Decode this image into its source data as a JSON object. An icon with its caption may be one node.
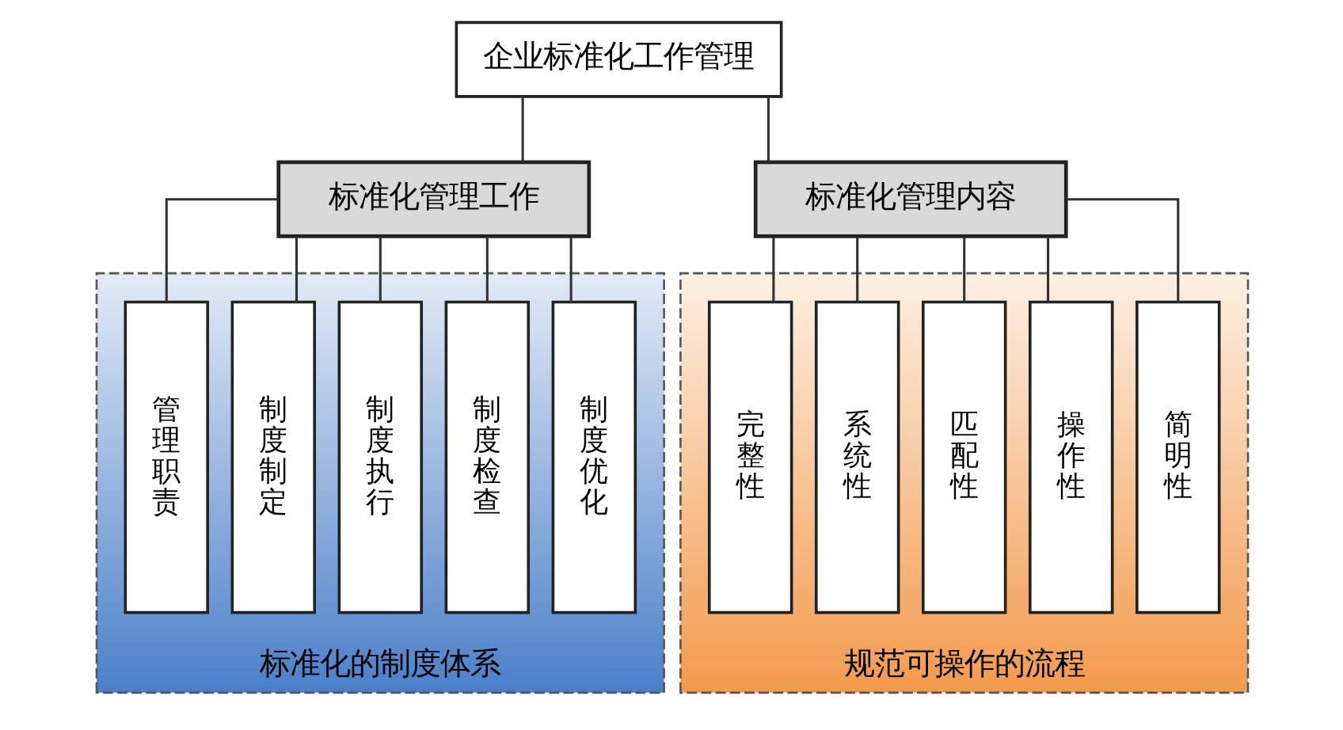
{
  "diagram": {
    "nodes": [
      {
        "text": [
          "企业标准化工作管理"
        ]
      },
      {
        "text": [
          "标准化管理工作"
        ]
      },
      {
        "text": [
          "标准化管理内容"
        ]
      },
      {
        "text": [
          "标准化的制度体系"
        ]
      },
      {
        "text": [
          "管理职责"
        ],
        "in": 3
      },
      {
        "text": [
          "制度制定"
        ],
        "in": 3
      },
      {
        "text": [
          "制度执行"
        ],
        "in": 3
      },
      {
        "text": [
          "制度检查"
        ],
        "in": 3
      },
      {
        "text": [
          "制度优化"
        ],
        "in": 3
      },
      {
        "text": [
          "规范可操作的流程"
        ]
      },
      {
        "text": [
          "完整性"
        ],
        "in": 9
      },
      {
        "text": [
          "系统性"
        ],
        "in": 9
      },
      {
        "text": [
          "匹配性"
        ],
        "in": 9
      },
      {
        "text": [
          "操作性"
        ],
        "in": 9
      },
      {
        "text": [
          "简明性"
        ],
        "in": 9
      }
    ],
    "edges": [
      {
        "from": 0,
        "to": 1,
        "arrow": "none"
      },
      {
        "from": 0,
        "to": 2,
        "arrow": "none"
      },
      {
        "from": 1,
        "to": 4,
        "arrow": "none"
      },
      {
        "from": 1,
        "to": 5,
        "arrow": "none"
      },
      {
        "from": 1,
        "to": 6,
        "arrow": "none"
      },
      {
        "from": 1,
        "to": 7,
        "arrow": "none"
      },
      {
        "from": 1,
        "to": 8,
        "arrow": "none"
      },
      {
        "from": 2,
        "to": 10,
        "arrow": "none"
      },
      {
        "from": 2,
        "to": 11,
        "arrow": "none"
      },
      {
        "from": 2,
        "to": 12,
        "arrow": "none"
      },
      {
        "from": 2,
        "to": 13,
        "arrow": "none"
      },
      {
        "from": 2,
        "to": 14,
        "arrow": "none"
      }
    ]
  }
}
